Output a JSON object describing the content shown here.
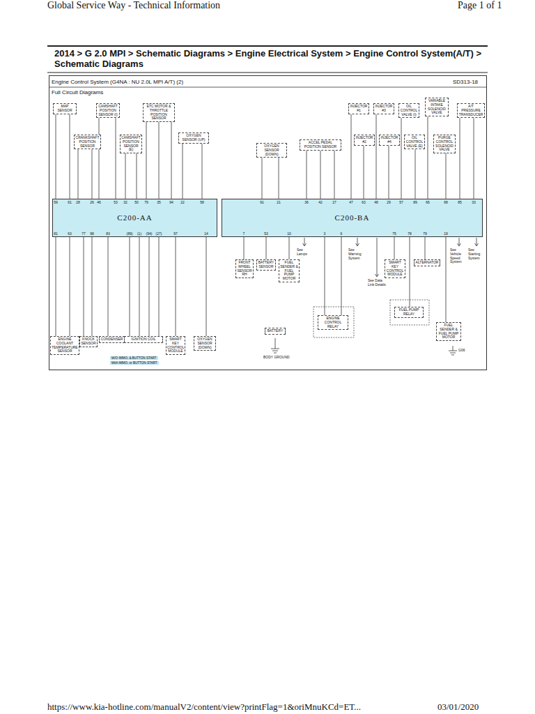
{
  "diagram": {
    "title": "Engine Control System (G4NA : NU 2.0L MPI A/T) (2)",
    "nodes": [
      {
        "text": [
          "MAP SENSOR"
        ]
      },
      {
        "text": [
          "CAMSHAFT POSITION SENSOR (I)"
        ]
      },
      {
        "text": [
          "ETC MOTOR & THROTTLE POSITION SENSOR"
        ]
      },
      {
        "text": [
          "INJECTOR #1"
        ]
      },
      {
        "text": [
          "INJECTOR #3"
        ]
      },
      {
        "text": [
          "OIL CONTROL VALVE (I)"
        ]
      },
      {
        "text": [
          "VARIABLE INTAKE SOLENOID VALVE"
        ]
      },
      {
        "text": [
          "A/T PRESSURE TRANSDUCER"
        ]
      },
      {
        "text": [
          "CRANKSHAFT POSITION SENSOR"
        ]
      },
      {
        "text": [
          "CAMSHAFT POSITION SENSOR (E)"
        ]
      },
      {
        "text": [
          "OXYGEN SENSOR (UP)"
        ]
      },
      {
        "text": [
          "OXYGEN SENSOR (DOWN)"
        ]
      },
      {
        "text": [
          "ACCEL PEDAL POSITION SENSOR"
        ]
      },
      {
        "text": [
          "INJECTOR #2"
        ]
      },
      {
        "text": [
          "INJECTOR #4"
        ]
      },
      {
        "text": [
          "OIL CONTROL VALVE (E)"
        ]
      },
      {
        "text": [
          "PURGE CONTROL SOLENOID VALVE"
        ]
      },
      {
        "text": [
          "C200-AA"
        ]
      },
      {
        "text": [
          "C200-BA"
        ]
      },
      {
        "text": [
          "ENGINE COOLANT TEMPERATURE SENSOR"
        ]
      },
      {
        "text": [
          "KNOCK SENSOR"
        ]
      },
      {
        "text": [
          "CONDENSER"
        ]
      },
      {
        "text": [
          "IGNITION COIL"
        ]
      },
      {
        "text": [
          "SMART KEY CONTROL MODULE"
        ]
      },
      {
        "text": [
          "OXYGEN SENSOR (DOWN)"
        ]
      },
      {
        "text": [
          "FRONT WHEEL SENSOR RH"
        ]
      },
      {
        "text": [
          "BATTERY SENSOR"
        ]
      },
      {
        "text": [
          "FUEL SENDER & FUEL PUMP MOTOR"
        ]
      },
      {
        "text": [
          "ENGINE CONTROL RELAY"
        ]
      },
      {
        "text": [
          "SMART KEY CONTROL MODULE"
        ]
      },
      {
        "text": [
          "ALTERNATOR"
        ]
      },
      {
        "text": [
          "FUEL PUMP RELAY"
        ]
      },
      {
        "text": [
          "FUEL SENDER & FUEL PUMP MOTOR"
        ]
      },
      {
        "text": [
          "BATTERY"
        ]
      }
    ],
    "edges": [
      {
        "from": 0,
        "to": 17,
        "arrow": "none"
      },
      {
        "from": 0,
        "to": 17,
        "arrow": "none"
      },
      {
        "from": 1,
        "to": 17,
        "arrow": "none"
      },
      {
        "from": 1,
        "to": 17,
        "arrow": "none"
      },
      {
        "from": 2,
        "to": 17,
        "arrow": "none"
      },
      {
        "from": 2,
        "to": 17,
        "arrow": "none"
      },
      {
        "from": 2,
        "to": 17,
        "arrow": "none"
      },
      {
        "from": 3,
        "to": 18,
        "arrow": "none"
      },
      {
        "from": 4,
        "to": 18,
        "arrow": "none"
      },
      {
        "from": 5,
        "to": 18,
        "arrow": "none"
      },
      {
        "from": 6,
        "to": 18,
        "arrow": "none"
      },
      {
        "from": 7,
        "to": 18,
        "arrow": "none"
      },
      {
        "from": 7,
        "to": 18,
        "arrow": "none"
      },
      {
        "from": 8,
        "to": 17,
        "arrow": "none"
      },
      {
        "from": 8,
        "to": 17,
        "arrow": "none"
      },
      {
        "from": 9,
        "to": 17,
        "arrow": "none"
      },
      {
        "from": 9,
        "to": 17,
        "arrow": "none"
      },
      {
        "from": 10,
        "to": 17,
        "arrow": "none"
      },
      {
        "from": 10,
        "to": 17,
        "arrow": "none"
      },
      {
        "from": 11,
        "to": 18,
        "arrow": "none"
      },
      {
        "from": 11,
        "to": 18,
        "arrow": "none"
      },
      {
        "from": 12,
        "to": 18,
        "arrow": "none"
      },
      {
        "from": 12,
        "to": 18,
        "arrow": "none"
      },
      {
        "from": 12,
        "to": 18,
        "arrow": "none"
      },
      {
        "from": 13,
        "to": 18,
        "arrow": "none"
      },
      {
        "from": 14,
        "to": 18,
        "arrow": "none"
      },
      {
        "from": 15,
        "to": 18,
        "arrow": "none"
      },
      {
        "from": 16,
        "to": 18,
        "arrow": "none"
      },
      {
        "from": 19,
        "to": 17,
        "arrow": "none"
      },
      {
        "from": 19,
        "to": 17,
        "arrow": "none"
      },
      {
        "from": 20,
        "to": 17,
        "arrow": "none"
      },
      {
        "from": 20,
        "to": 17,
        "arrow": "none"
      },
      {
        "from": 21,
        "to": 17,
        "arrow": "none"
      },
      {
        "from": 22,
        "to": 17,
        "arrow": "none"
      },
      {
        "from": 22,
        "to": 17,
        "arrow": "none"
      },
      {
        "from": 22,
        "to": 17,
        "arrow": "none"
      },
      {
        "from": 22,
        "to": 17,
        "arrow": "none"
      },
      {
        "from": 23,
        "to": 17,
        "arrow": "none"
      },
      {
        "from": 24,
        "to": 17,
        "arrow": "none"
      },
      {
        "from": 25,
        "to": 18,
        "arrow": "none"
      },
      {
        "from": 26,
        "to": 18,
        "arrow": "none"
      },
      {
        "from": 27,
        "to": 18,
        "arrow": "none"
      },
      {
        "from": 28,
        "to": 18,
        "arrow": "none"
      },
      {
        "from": 28,
        "to": 18,
        "arrow": "none"
      },
      {
        "from": 29,
        "to": 18,
        "arrow": "none"
      },
      {
        "from": 30,
        "to": 18,
        "arrow": "none"
      },
      {
        "from": 31,
        "to": 18,
        "arrow": "none"
      },
      {
        "from": 32,
        "to": 18,
        "arrow": "none"
      }
    ],
    "labels": [
      "Global Service Way - Technical Information",
      "Page 1 of 1",
      "2014 > G 2.0 MPI > Schematic Diagrams > Engine Electrical System > Engine Control System(A/T) > Schematic Diagrams",
      "SD313-18",
      "Full Circuit Diagrams",
      "https://www.kia-hotline.com/manualV2/content/view?printFlag=1&oriMnuKCd=ET...",
      "03/01/2020",
      "W/O IMMO. & BUTTON START",
      "With IMMO. or BUTTON START",
      "See Lamps",
      "See Warning System",
      "See Data Link Details",
      "See Vehicle Speed System",
      "See Starting System",
      "BODY GROUND",
      "G06",
      "59",
      "61",
      "46",
      "53",
      "79",
      "35",
      "94",
      "47",
      "48",
      "57",
      "66",
      "85",
      "33",
      "28",
      "26",
      "32",
      "50",
      "22",
      "58",
      "91",
      "21",
      "36",
      "42",
      "27",
      "63",
      "29",
      "89",
      "68",
      "81",
      "63",
      "77",
      "98",
      "83",
      "(89)",
      "(1)",
      "(94)",
      "(27)",
      "97",
      "14",
      "7",
      "53",
      "10",
      "3",
      "6",
      "75",
      "79",
      "78",
      "19"
    ]
  }
}
